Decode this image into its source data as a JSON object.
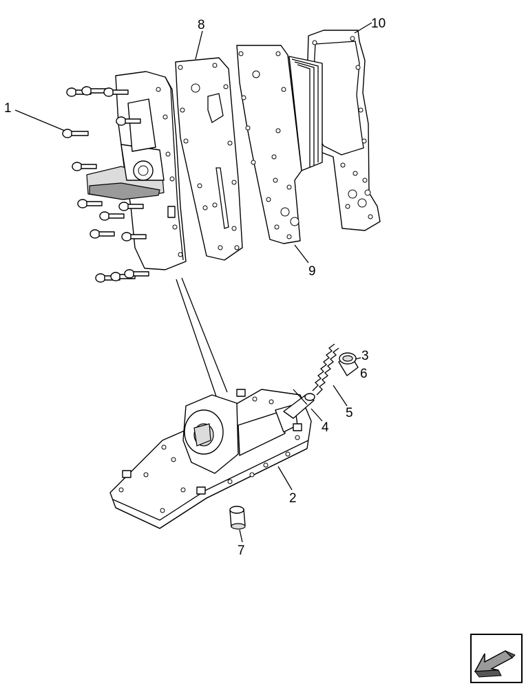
{
  "diagram": {
    "callouts": [
      {
        "id": "1",
        "label": "1"
      },
      {
        "id": "2",
        "label": "2"
      },
      {
        "id": "3",
        "label": "3"
      },
      {
        "id": "4",
        "label": "4"
      },
      {
        "id": "5",
        "label": "5"
      },
      {
        "id": "6",
        "label": "6"
      },
      {
        "id": "7",
        "label": "7"
      },
      {
        "id": "8",
        "label": "8"
      },
      {
        "id": "9",
        "label": "9"
      },
      {
        "id": "10",
        "label": "10"
      }
    ]
  },
  "nav": {
    "icon": "next-page-arrow-icon"
  }
}
